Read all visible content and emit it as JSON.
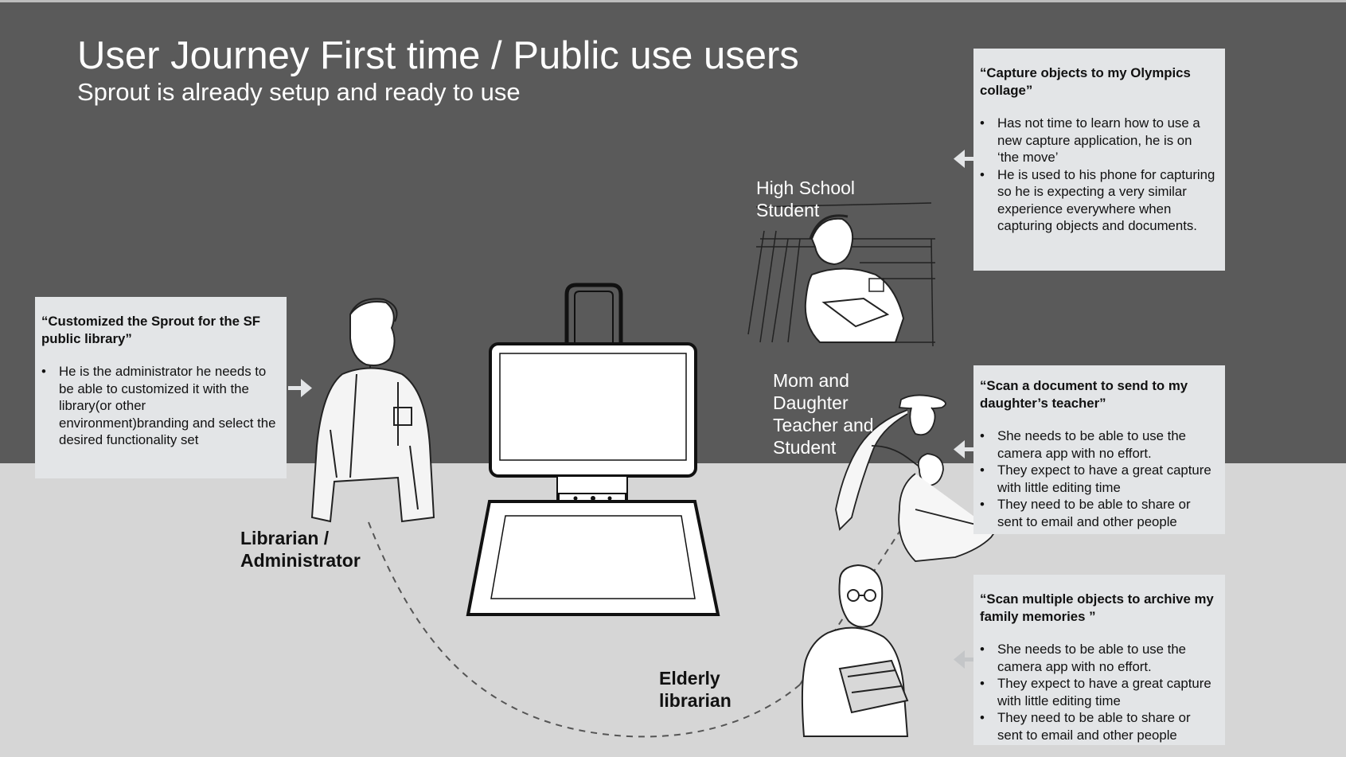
{
  "header": {
    "title": "User Journey First time / Public use users",
    "subtitle": "Sprout is already setup and ready to use"
  },
  "personas": {
    "admin": {
      "label_line1": "Librarian /",
      "label_line2": "Administrator",
      "quote": "“Customized the Sprout for the SF public library”",
      "bullets": [
        "He is the administrator he needs to be able to customized it with the library(or other environment)branding and select the desired functionality set"
      ]
    },
    "student": {
      "label_line1": "High School",
      "label_line2": "Student",
      "quote": "“Capture objects to my Olympics collage”",
      "bullets": [
        "Has not time to learn how to use a new capture application, he is on ‘the move’",
        "He is used to his phone for capturing so he is expecting a very similar experience everywhere when capturing objects and documents."
      ]
    },
    "mom": {
      "label_line1": "Mom and",
      "label_line2": "Daughter",
      "label_line3": "Teacher and",
      "label_line4": "Student",
      "quote": "“Scan a document to send to my daughter’s teacher”",
      "bullets": [
        "She needs to be able to use the camera app with no effort.",
        "They expect to have a great capture with little editing time",
        "They need to be able to share or sent to email and other people"
      ]
    },
    "elderly": {
      "label_line1": "Elderly",
      "label_line2": "librarian",
      "quote": "“Scan multiple objects to archive my family memories ”",
      "bullets": [
        "She needs to be able to use the camera app with no effort.",
        "They expect to have a great capture with little editing time",
        "They need to be able to share or sent to email and other people"
      ]
    }
  },
  "colors": {
    "dark_band": "#5a5a5a",
    "light_band": "#d6d6d6",
    "card_bg": "#e3e5e7",
    "white": "#ffffff"
  }
}
